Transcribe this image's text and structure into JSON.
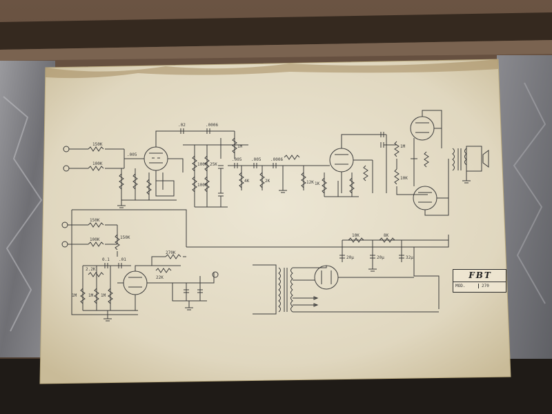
{
  "photo": {
    "colors": {
      "wood_top": "#5a4636",
      "wood_band": "#3a2d25",
      "metal_left": "#8c8c90",
      "metal_right": "#7b7c80",
      "paper": "#e3dbc6",
      "paper_edge_stain": "#a88e62",
      "ink": "#3b3b3b"
    }
  },
  "schematic": {
    "component_labels": [
      "150K",
      "100K",
      "150K",
      "100K",
      ".005",
      ".02",
      ".0006",
      "1M",
      ".005",
      ".005",
      ".0006",
      "270K",
      "150K",
      "2.2K",
      "1M",
      "1M",
      "22K",
      "1K",
      "10K",
      "8K",
      "20µ",
      "20µ",
      "32µ",
      "1M",
      "0.1",
      ".01",
      "1M",
      "12K",
      "4K",
      "2K",
      "100K",
      "100K",
      "25K",
      "10K"
    ],
    "title_block": {
      "brand": "FBT",
      "model_label": "MOD.",
      "model_value": "270"
    }
  }
}
